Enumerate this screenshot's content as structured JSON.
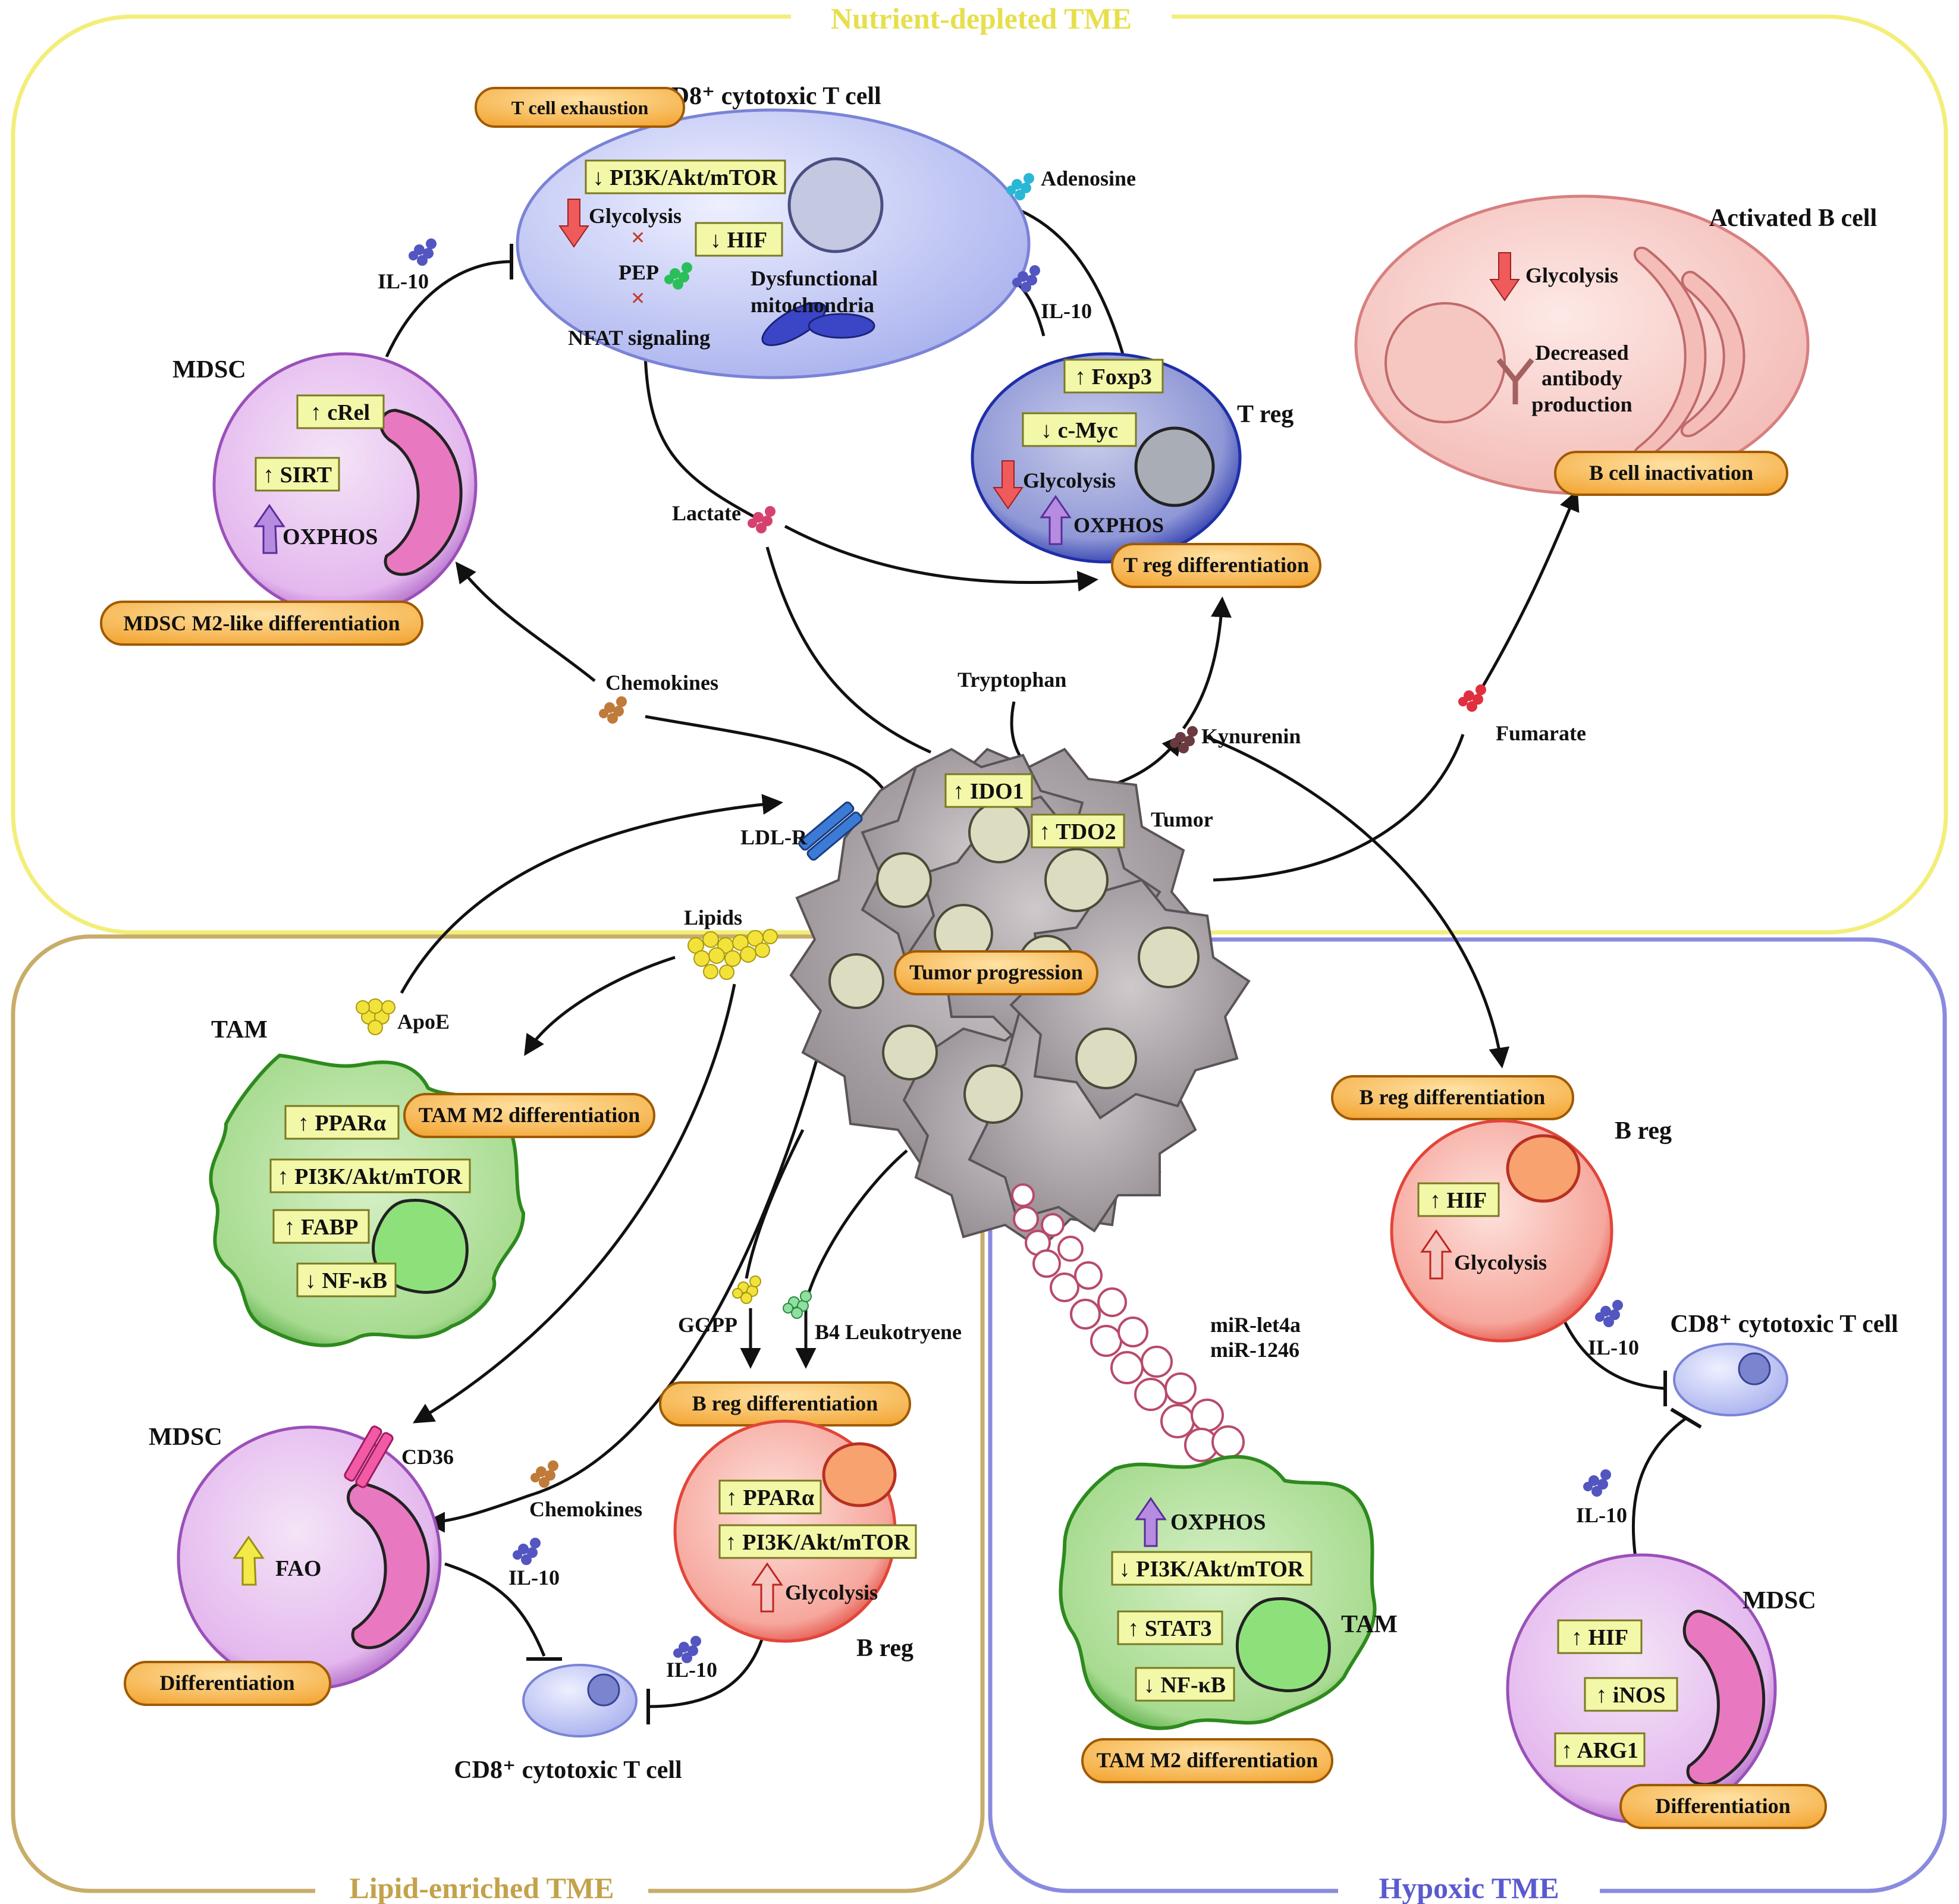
{
  "regions": {
    "nutrient": "Nutrient-depleted TME",
    "lipid": "Lipid-enriched TME",
    "hypoxic": "Hypoxic TME"
  },
  "colors": {
    "nutrient_border": "#f3ee7a",
    "lipid_border": "#c8ad6a",
    "hypoxic_border": "#8a8ae0",
    "pill": "#f6b445",
    "marker_box": "#f3f7a8",
    "tcell": "#c9cff6",
    "treg": "#3a4cc8",
    "mdsc": "#d9a6e6",
    "bcell": "#f6c9c6",
    "breg": "#f2817a",
    "tam": "#8ad27a",
    "tumor": "#a9a2a6"
  },
  "cells": {
    "cd8_top": {
      "title": "CD8⁺ cytotoxic T cell",
      "exhaustion": "T cell exhaustion",
      "m1": "↓ PI3K/Akt/mTOR",
      "glycolysis": "Glycolysis",
      "m2": "↓ HIF",
      "pep": "PEP",
      "nfat": "NFAT signaling",
      "mito1": "Dysfunctional",
      "mito2": "mitochondria"
    },
    "mdsc_top": {
      "title": "MDSC",
      "m1": "↑ cRel",
      "m2": "↑ SIRT",
      "oxphos": "OXPHOS",
      "diff": "MDSC M2-like differentiation"
    },
    "treg": {
      "title": "T reg",
      "m1": "↑ Foxp3",
      "m2": "↓ c-Myc",
      "glycolysis": "Glycolysis",
      "oxphos": "OXPHOS",
      "diff": "T reg differentiation"
    },
    "bcell": {
      "title": "Activated B cell",
      "glycolysis": "Glycolysis",
      "ab1": "Decreased",
      "ab2": "antibody",
      "ab3": "production",
      "inact": "B cell inactivation"
    },
    "tumor": {
      "label": "Tumor",
      "m1": "↑ IDO1",
      "m2": "↑ TDO2",
      "progression": "Tumor progression"
    },
    "tam_left": {
      "title": "TAM",
      "m1": "↑ PPARα",
      "m2": "↑ PI3K/Akt/mTOR",
      "m3": "↑ FABP",
      "m4": "↓ NF-κB",
      "diff": "TAM M2 differentiation"
    },
    "mdsc_left": {
      "title": "MDSC",
      "cd36": "CD36",
      "fao": "FAO",
      "diff": "Differentiation"
    },
    "breg_left": {
      "title": "B reg",
      "m1": "↑ PPARα",
      "m2": "↑ PI3K/Akt/mTOR",
      "glycolysis": "Glycolysis",
      "diff": "B reg differentiation"
    },
    "cd8_left": {
      "title": "CD8⁺ cytotoxic T cell"
    },
    "tam_right": {
      "title": "TAM",
      "oxphos": "OXPHOS",
      "m1": "↓ PI3K/Akt/mTOR",
      "m2": "↑ STAT3",
      "m3": "↓ NF-κB",
      "diff": "TAM M2 differentiation"
    },
    "breg_right": {
      "title": "B reg",
      "m1": "↑ HIF",
      "glycolysis": "Glycolysis",
      "diff": "B reg differentiation"
    },
    "cd8_right": {
      "title": "CD8⁺ cytotoxic T cell"
    },
    "mdsc_right": {
      "title": "MDSC",
      "m1": "↑ HIF",
      "m2": "↑ iNOS",
      "m3": "↑ ARG1",
      "diff": "Differentiation"
    }
  },
  "molecules": {
    "adenosine": "Adenosine",
    "il10": "IL-10",
    "lactate": "Lactate",
    "chemokines": "Chemokines",
    "tryptophan": "Tryptophan",
    "kynurenin": "Kynurenin",
    "fumarate": "Fumarate",
    "ldlr": "LDL-R",
    "lipids": "Lipids",
    "apoe": "ApoE",
    "ggpp": "GGPP",
    "b4": "B4 Leukotryene",
    "mir1": "miR-let4a",
    "mir2": "miR-1246"
  }
}
